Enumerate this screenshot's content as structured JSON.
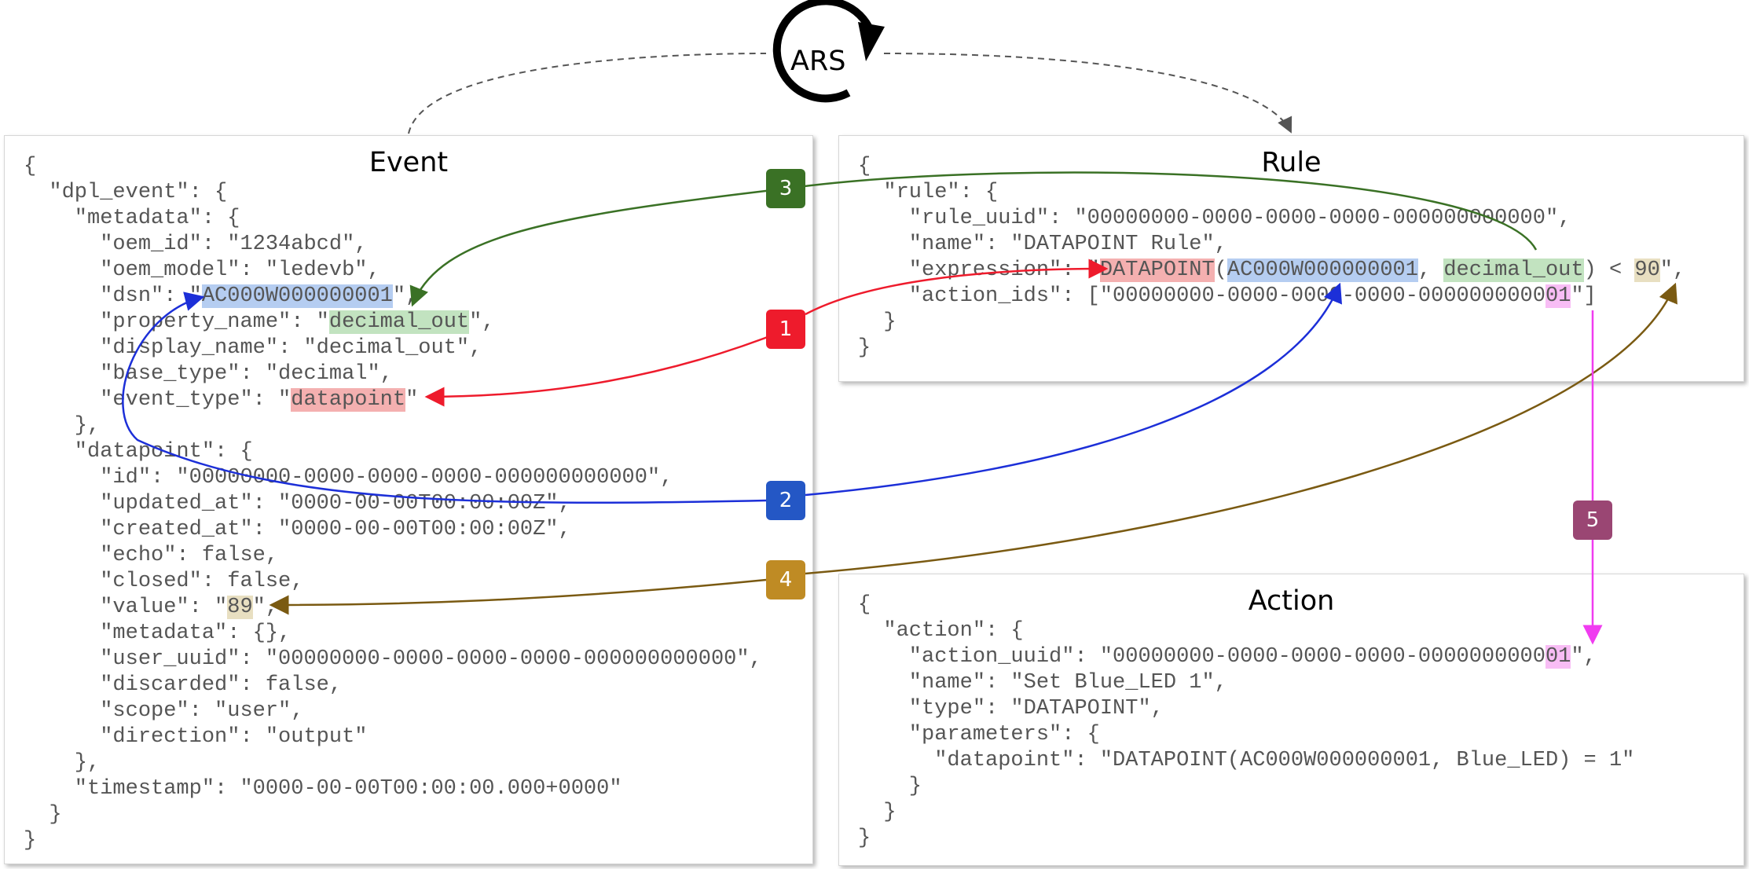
{
  "ars": {
    "label": "ARS"
  },
  "event": {
    "title": "Event",
    "lines": [
      [
        {
          "t": "{"
        }
      ],
      [
        {
          "t": "  \"dpl_event\": {"
        }
      ],
      [
        {
          "t": "    \"metadata\": {"
        }
      ],
      [
        {
          "t": "      \"oem_id\": \"1234abcd\","
        }
      ],
      [
        {
          "t": "      \"oem_model\": \"ledevb\","
        }
      ],
      [
        {
          "t": "      \"dsn\": \""
        },
        {
          "t": "AC000W000000001",
          "hl": "blue"
        },
        {
          "t": "\","
        }
      ],
      [
        {
          "t": "      \"property_name\": \""
        },
        {
          "t": "decimal_out",
          "hl": "green"
        },
        {
          "t": "\","
        }
      ],
      [
        {
          "t": "      \"display_name\": \"decimal_out\","
        }
      ],
      [
        {
          "t": "      \"base_type\": \"decimal\","
        }
      ],
      [
        {
          "t": "      \"event_type\": \""
        },
        {
          "t": "datapoint",
          "hl": "red"
        },
        {
          "t": "\""
        }
      ],
      [
        {
          "t": "    },"
        }
      ],
      [
        {
          "t": "    \"datapoint\": {"
        }
      ],
      [
        {
          "t": "      \"id\": \"00000000-0000-0000-0000-000000000000\","
        }
      ],
      [
        {
          "t": "      \"updated_at\": \"0000-00-00T00:00:00Z\","
        }
      ],
      [
        {
          "t": "      \"created_at\": \"0000-00-00T00:00:00Z\","
        }
      ],
      [
        {
          "t": "      \"echo\": false,"
        }
      ],
      [
        {
          "t": "      \"closed\": false,"
        }
      ],
      [
        {
          "t": "      \"value\": \""
        },
        {
          "t": "89",
          "hl": "tan"
        },
        {
          "t": "\","
        }
      ],
      [
        {
          "t": "      \"metadata\": {},"
        }
      ],
      [
        {
          "t": "      \"user_uuid\": \"00000000-0000-0000-0000-000000000000\","
        }
      ],
      [
        {
          "t": "      \"discarded\": false,"
        }
      ],
      [
        {
          "t": "      \"scope\": \"user\","
        }
      ],
      [
        {
          "t": "      \"direction\": \"output\""
        }
      ],
      [
        {
          "t": "    },"
        }
      ],
      [
        {
          "t": "    \"timestamp\": \"0000-00-00T00:00:00.000+0000\""
        }
      ],
      [
        {
          "t": "  }"
        }
      ],
      [
        {
          "t": "}"
        }
      ]
    ]
  },
  "rule": {
    "title": "Rule",
    "lines": [
      [
        {
          "t": "{"
        }
      ],
      [
        {
          "t": "  \"rule\": {"
        }
      ],
      [
        {
          "t": "    \"rule_uuid\": \"00000000-0000-0000-0000-000000000000\","
        }
      ],
      [
        {
          "t": "    \"name\": \"DATAPOINT Rule\","
        }
      ],
      [
        {
          "t": "    \"expression\": \""
        },
        {
          "t": "DATAPOINT",
          "hl": "red"
        },
        {
          "t": "("
        },
        {
          "t": "AC000W000000001",
          "hl": "blue"
        },
        {
          "t": ", "
        },
        {
          "t": "decimal_out",
          "hl": "green"
        },
        {
          "t": ") < "
        },
        {
          "t": "90",
          "hl": "tan"
        },
        {
          "t": "\","
        }
      ],
      [
        {
          "t": "    \"action_ids\": [\"00000000-0000-0000-0000-0000000000"
        },
        {
          "t": "01",
          "hl": "pink"
        },
        {
          "t": "\"]"
        }
      ],
      [
        {
          "t": "  }"
        }
      ],
      [
        {
          "t": "}"
        }
      ]
    ]
  },
  "action": {
    "title": "Action",
    "lines": [
      [
        {
          "t": "{"
        }
      ],
      [
        {
          "t": "  \"action\": {"
        }
      ],
      [
        {
          "t": "    \"action_uuid\": \"00000000-0000-0000-0000-0000000000"
        },
        {
          "t": "01",
          "hl": "pink"
        },
        {
          "t": "\","
        }
      ],
      [
        {
          "t": "    \"name\": \"Set Blue_LED 1\","
        }
      ],
      [
        {
          "t": "    \"type\": \"DATAPOINT\","
        }
      ],
      [
        {
          "t": "    \"parameters\": {"
        }
      ],
      [
        {
          "t": "      \"datapoint\": \"DATAPOINT(AC000W000000001, Blue_LED) = 1\""
        }
      ],
      [
        {
          "t": "    }"
        }
      ],
      [
        {
          "t": "  }"
        }
      ],
      [
        {
          "t": "}"
        }
      ]
    ]
  },
  "badges": {
    "b1": "1",
    "b2": "2",
    "b3": "3",
    "b4": "4",
    "b5": "5"
  },
  "colors": {
    "red": "#ee1b2c",
    "blue": "#1c2fd8",
    "green": "#3a7125",
    "brown": "#7a5a12",
    "magenta": "#f03cf0",
    "dashed": "#555555"
  }
}
